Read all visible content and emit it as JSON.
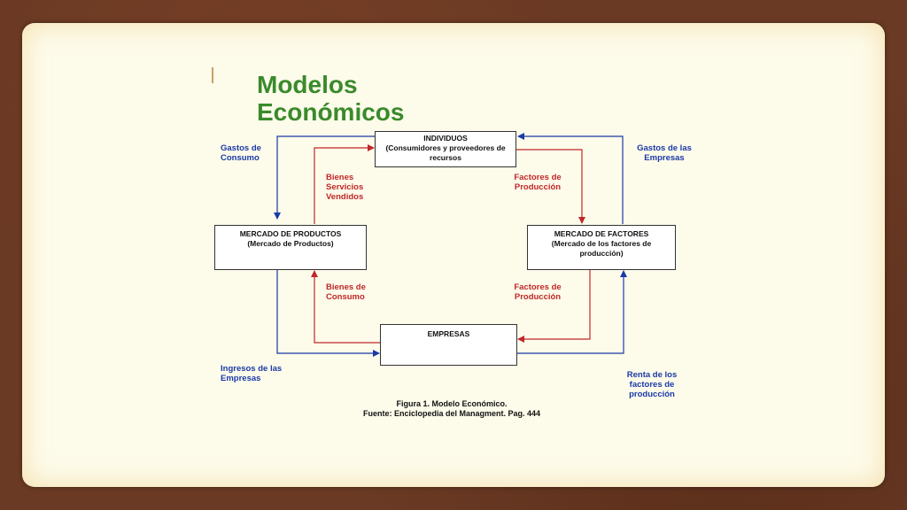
{
  "slide": {
    "title": "Modelos Económicos",
    "figure_caption": "Figura 1. Modelo Económico.",
    "figure_source": "Fuente: Enciclopedia del Managment. Pag. 444"
  },
  "nodes": {
    "individuos": {
      "title": "INDIVIDUOS",
      "subtitle": "(Consumidores y proveedores de recursos"
    },
    "mercado_productos": {
      "title": "MERCADO DE PRODUCTOS",
      "subtitle": "(Mercado de Productos)"
    },
    "mercado_factores": {
      "title": "MERCADO DE FACTORES",
      "subtitle": "(Mercado de los factores de producción)"
    },
    "empresas": {
      "title": "EMPRESAS"
    }
  },
  "flows": {
    "gastos_consumo": "Gastos de Consumo",
    "bienes_servicios_vendidos": "Bienes Servicios Vendidos",
    "factores_produccion_top": "Factores de Producción",
    "gastos_empresas": "Gastos de las Empresas",
    "bienes_consumo": "Bienes de Consumo",
    "factores_produccion_bottom": "Factores de Producción",
    "ingresos_empresas": "Ingresos de las Empresas",
    "renta_factores": "Renta de los factores de producción"
  },
  "colors": {
    "title": "#3a8a2c",
    "money_flow": "#1a3aa8",
    "goods_flow": "#c0282a",
    "card_background": "#fdfbea",
    "frame_background": "#6b3a24"
  }
}
